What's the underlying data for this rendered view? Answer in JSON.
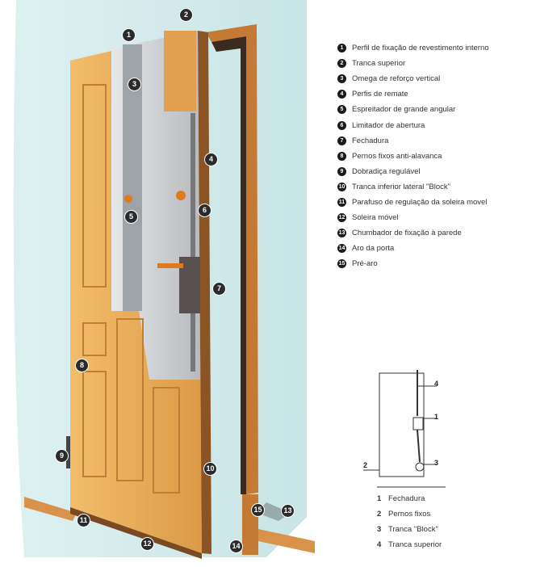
{
  "markers": [
    "1",
    "2",
    "3",
    "4",
    "5",
    "6",
    "7",
    "8",
    "9",
    "10",
    "11",
    "12",
    "13",
    "14",
    "15"
  ],
  "legend": [
    {
      "num": "1",
      "label": "Perfil de fixação de revestimento interno"
    },
    {
      "num": "2",
      "label": "Tranca superior"
    },
    {
      "num": "3",
      "label": "Omega de reforço vertical"
    },
    {
      "num": "4",
      "label": "Perfis de remate"
    },
    {
      "num": "5",
      "label": "Espreitador de grande angular"
    },
    {
      "num": "6",
      "label": "Limitador de abertura"
    },
    {
      "num": "7",
      "label": "Fechadura"
    },
    {
      "num": "8",
      "label": "Pernos fixos anti-alavanca"
    },
    {
      "num": "9",
      "label": "Dobradiça regulável"
    },
    {
      "num": "10",
      "label": "Tranca inferior lateral \"Block\""
    },
    {
      "num": "11",
      "label": "Parafuso de regulação da soleira movel"
    },
    {
      "num": "12",
      "label": "Soleira móvel"
    },
    {
      "num": "13",
      "label": "Chumbador de fixação à parede"
    },
    {
      "num": "14",
      "label": "Aro da porta"
    },
    {
      "num": "15",
      "label": "Pré-aro"
    }
  ],
  "schematic": {
    "labels": [
      "1",
      "2",
      "3",
      "4"
    ],
    "legend": [
      {
        "num": "1",
        "label": "Fechadura"
      },
      {
        "num": "2",
        "label": "Pernos fixos"
      },
      {
        "num": "3",
        "label": "Tranca \"Block\""
      },
      {
        "num": "4",
        "label": "Tranca superior"
      }
    ]
  },
  "colors": {
    "wall": "#cfe9ea",
    "wood": "#e8a955",
    "metal": "#c9ccd0",
    "frame": "#c47a35",
    "marker": "#2b2b2b"
  }
}
